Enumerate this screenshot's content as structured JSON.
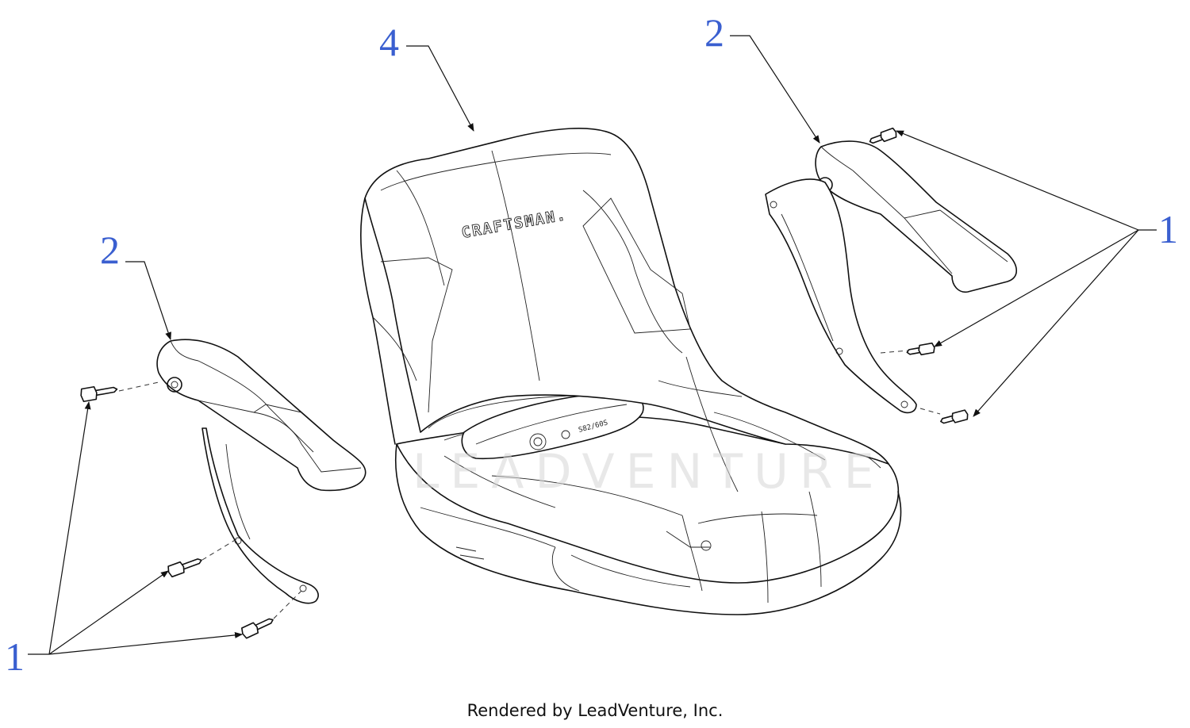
{
  "callouts": {
    "seat": "4",
    "armrest_left": "2",
    "armrest_right": "2",
    "bolts_left": "1",
    "bolts_right": "1"
  },
  "seat_logo": "CRAFTSMAN.",
  "watermark": "LEADVENTURE",
  "footer": "Rendered by LeadVenture, Inc.",
  "colors": {
    "callout": "#3a5fd0",
    "line": "#111111",
    "watermark": "#d6d6d6"
  }
}
